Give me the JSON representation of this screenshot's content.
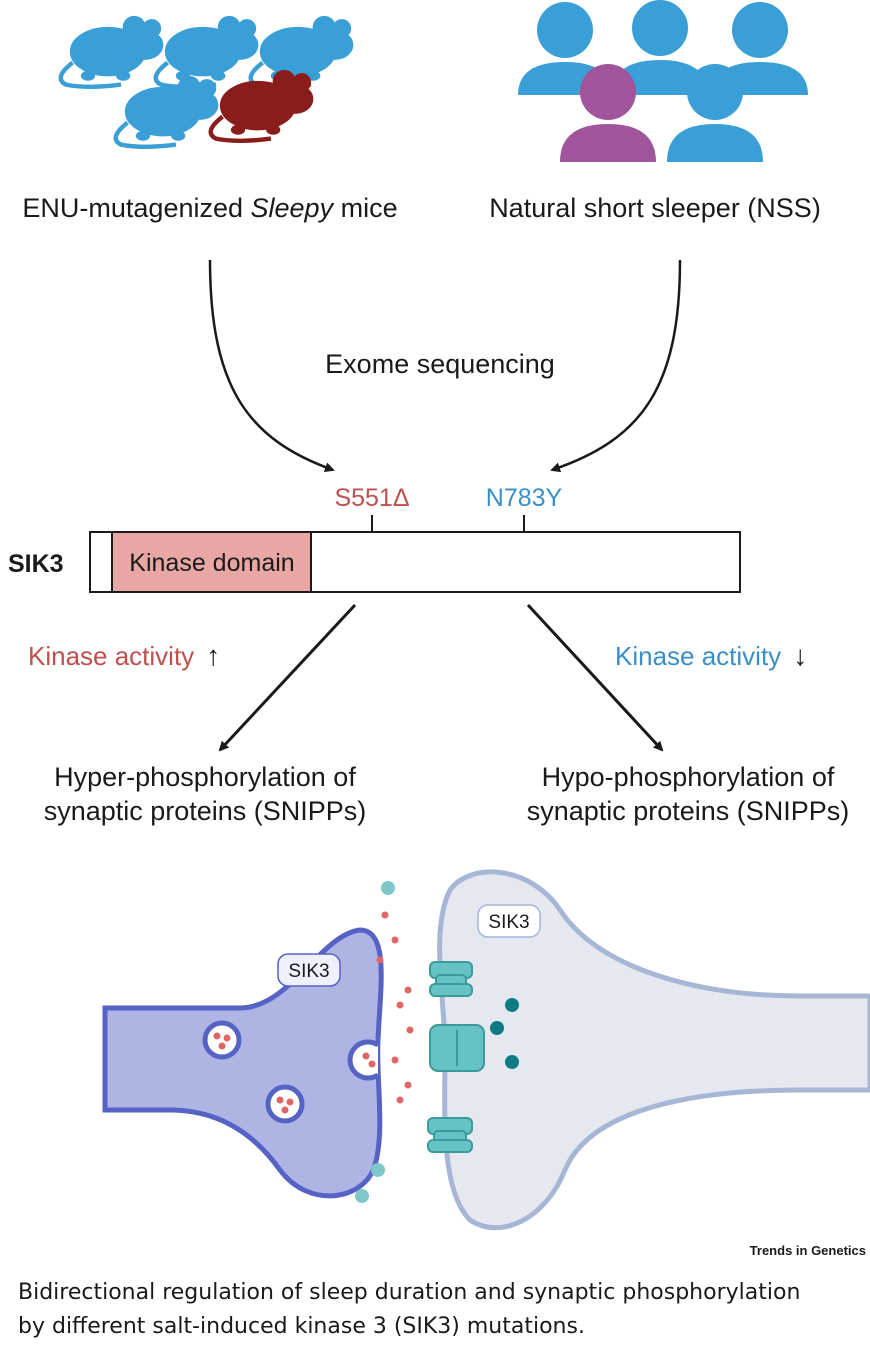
{
  "mice": {
    "label_prefix": "ENU-mutagenized ",
    "label_italic": "Sleepy",
    "label_suffix": " mice"
  },
  "humans": {
    "label": "Natural short sleeper (NSS)"
  },
  "method": "Exome sequencing",
  "protein": {
    "name": "SIK3",
    "domain": "Kinase domain",
    "mutation_mouse": "S551Δ",
    "mutation_human": "N783Y"
  },
  "effects": {
    "left": {
      "activity": "Kinase activity",
      "arrow": "↑",
      "line1": "Hyper-phosphorylation of",
      "line2": "synaptic proteins (SNIPPs)"
    },
    "right": {
      "activity": "Kinase activity",
      "arrow": "↓",
      "line1": "Hypo-phosphorylation of",
      "line2": "synaptic proteins (SNIPPs)"
    }
  },
  "synapse": {
    "pre_label": "SIK3",
    "post_label": "SIK3"
  },
  "credit": "Trends in Genetics",
  "caption": {
    "line1": "Bidirectional regulation of sleep duration and synaptic phosphorylation",
    "line2": "by different salt-induced kinase 3 (SIK3) mutations."
  },
  "colors": {
    "mouse_blue": "#3a9fd6",
    "mouse_red": "#8b1c1c",
    "person_purple": "#a0559b",
    "red_text": "#c0504d",
    "blue_text": "#3a8fc8",
    "kinase_fill": "#e8a7a4",
    "pre_neuron": "#aeb4e3",
    "pre_outline": "#5662c4",
    "post_neuron": "#e6e8ef",
    "post_outline": "#a8b6d6",
    "channel": "#66c2c4"
  }
}
